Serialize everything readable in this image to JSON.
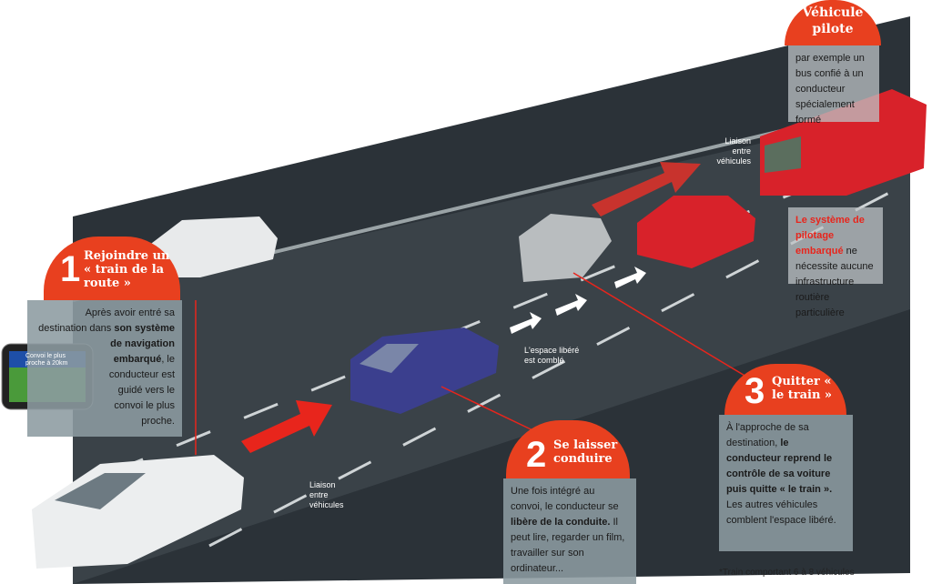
{
  "title": "Les 3 étapes pour voyager en « train de la route* »",
  "pilot": {
    "heading_line1": "Véhicule",
    "heading_line2": "pilote",
    "text": "par exemple un bus confié à un conducteur spécialement formé",
    "note_red": "Le système de pilotage embarqué",
    "note_rest": " ne nécessite aucune infrastructure routière particulière"
  },
  "step1": {
    "number": "1",
    "heading": "Rejoindre un « train de la route »",
    "text_a": "Après avoir entré sa destination dans ",
    "text_b": "son système de navigation embarqué",
    "text_c": ", le conducteur est guidé vers le convoi le plus proche.",
    "gps_text": "Convoi le plus proche à 20km"
  },
  "step2": {
    "number": "2",
    "heading": "Se laisser conduire",
    "text_a": "Une fois intégré au convoi, le conducteur se ",
    "text_b": "libère de la conduite.",
    "text_c": " Il peut lire, regarder un film, travailler sur son ordinateur..."
  },
  "step3": {
    "number": "3",
    "heading": "Quitter « le train »",
    "text_a": "À l'approche de sa destination, ",
    "text_b": "le conducteur reprend le contrôle de sa voiture puis quitte « le train ».",
    "text_c": " Les autres véhicules comblent l'espace libéré."
  },
  "labels": {
    "link1": "Liaison entre véhicules",
    "link2": "Liaison entre véhicules",
    "gap": "L'espace libéré est comblé"
  },
  "footnote": "*Train comportant 6 à 8 véhicules",
  "colors": {
    "accent": "#e8401f",
    "road": "#2b3238"
  }
}
